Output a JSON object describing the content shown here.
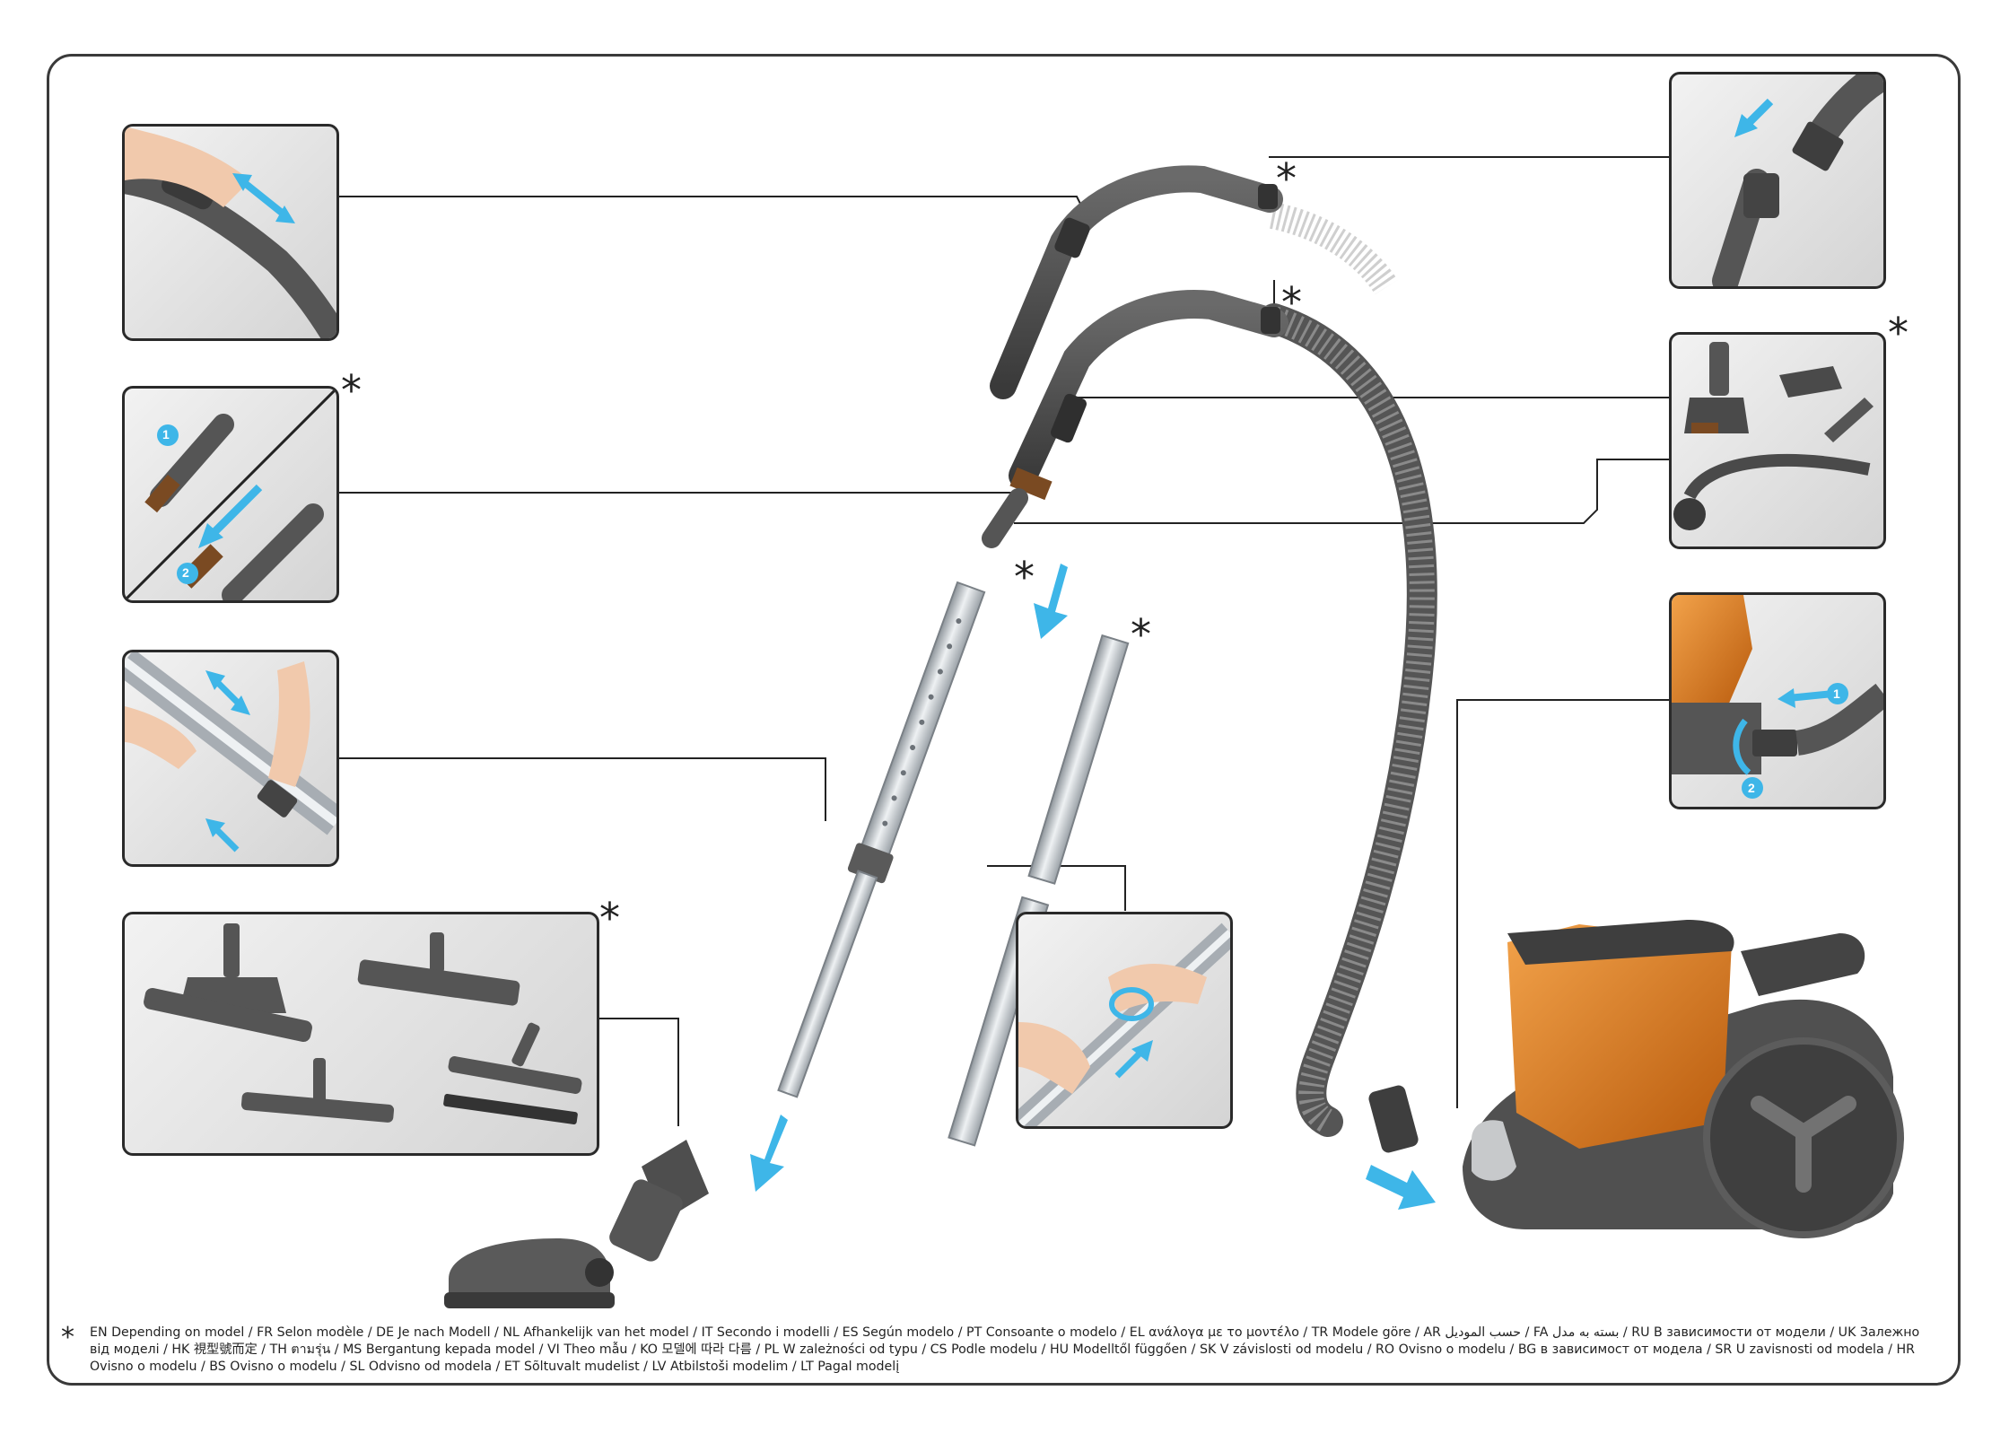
{
  "optional_marker": "*",
  "footnote": "EN Depending on model / FR Selon modèle / DE Je nach Modell / NL Afhankelijk van het model / IT Secondo i modelli / ES Según modelo / PT Consoante o modelo / EL ανάλογα με το μοντέλο / TR Modele göre / AR حسب الموديل / FA بسته به مدل / RU В зависимости от модели / UK Залежно від моделі / HK 視型號而定 / TH ตามรุ่น / MS Bergantung kepada model / VI Theo mẫu / KO 모델에 따라 다름 / PL W zależności od typu / CS Podle modelu / HU Modelltől függően / SK V závislosti od modelu / RO Ovisno o modelu / BG в зависимост от модела / SR U zavisnosti od modela / HR Ovisno o modelu / BS Ovisno o modelu / SL Odvisno od modela / ET Sõltuvalt mudelist / LV Atbilstoši modelim / LT Pagal modelį",
  "steps": {
    "accessory_insert": [
      "1",
      "2"
    ],
    "hose_connect": [
      "1",
      "2"
    ]
  },
  "colors": {
    "arrow": "#3eb6e8",
    "body": "#4a4a4a",
    "orange": "#e07a1a",
    "tube": "#c9ced3",
    "frame": "#3a3a3a"
  }
}
